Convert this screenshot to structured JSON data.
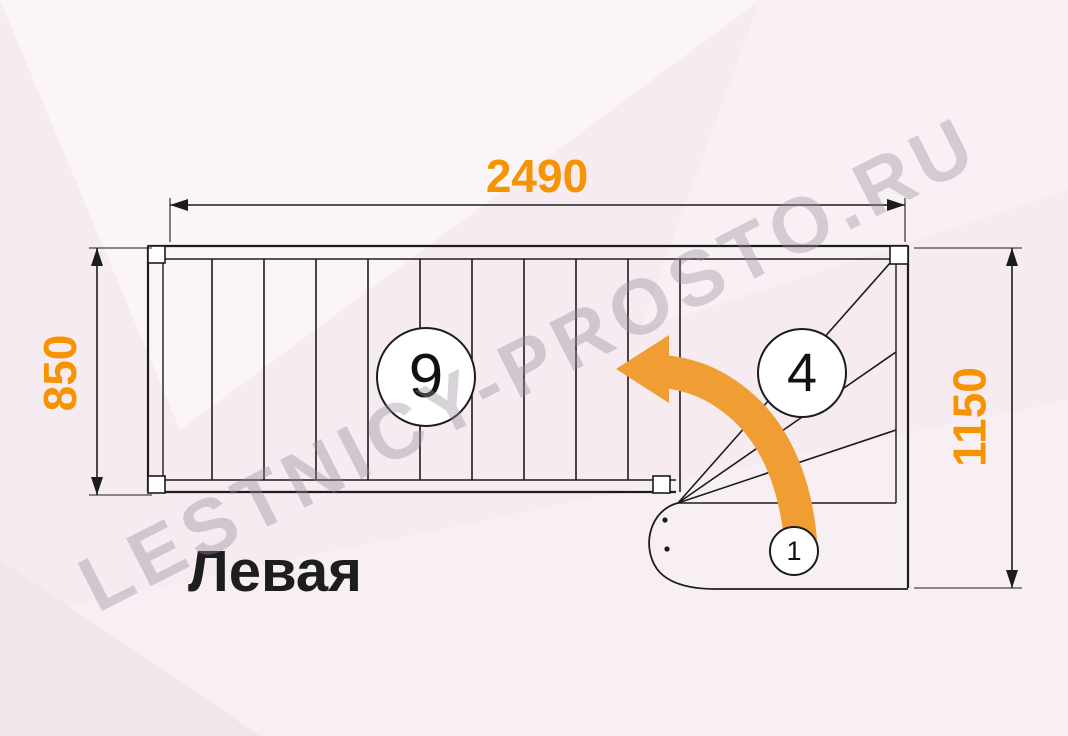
{
  "title": "Левая",
  "watermark": {
    "text": "LESTNICY-PROSTO.RU"
  },
  "dimensions": {
    "total_length": "2490",
    "flight_width": "850",
    "turn_width": "1150"
  },
  "step_labels": {
    "straight_flight_count": "9",
    "winder_count": "4",
    "bottom_step": "1"
  },
  "colors": {
    "dimension_text": "#f59300",
    "direction_arrow": "#f09d33",
    "drawing_lines": "#1c1c1c",
    "background": "#f6ebf1"
  },
  "diagram": {
    "type": "staircase-plan-top-view",
    "variant_label": "Левая",
    "straight_steps": 9,
    "winder_steps": 4,
    "curved_bottom_steps": 1
  }
}
